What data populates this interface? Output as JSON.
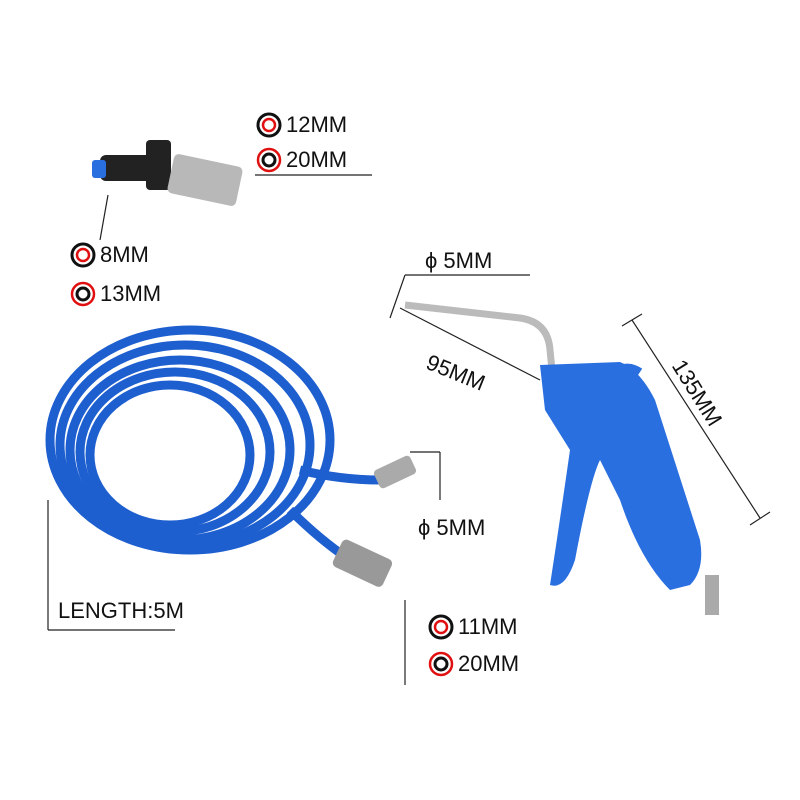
{
  "labels": {
    "coupler_inner": "12MM",
    "coupler_outer": "20MM",
    "tee_inner": "8MM",
    "tee_outer": "13MM",
    "nozzle_diameter": "ϕ 5MM",
    "nozzle_length": "95MM",
    "gun_length": "135MM",
    "hose_diameter": "ϕ 5MM",
    "hose_length": "LENGTH:5M",
    "end_inner": "11MM",
    "end_outer": "20MM"
  },
  "colors": {
    "hose": "#1e5fd0",
    "gun": "#2a6fe0",
    "ring_red": "#e01010",
    "ring_black": "#111111"
  },
  "icons": {
    "inner": "inner-diameter-ring-icon",
    "outer": "outer-diameter-ring-icon"
  }
}
